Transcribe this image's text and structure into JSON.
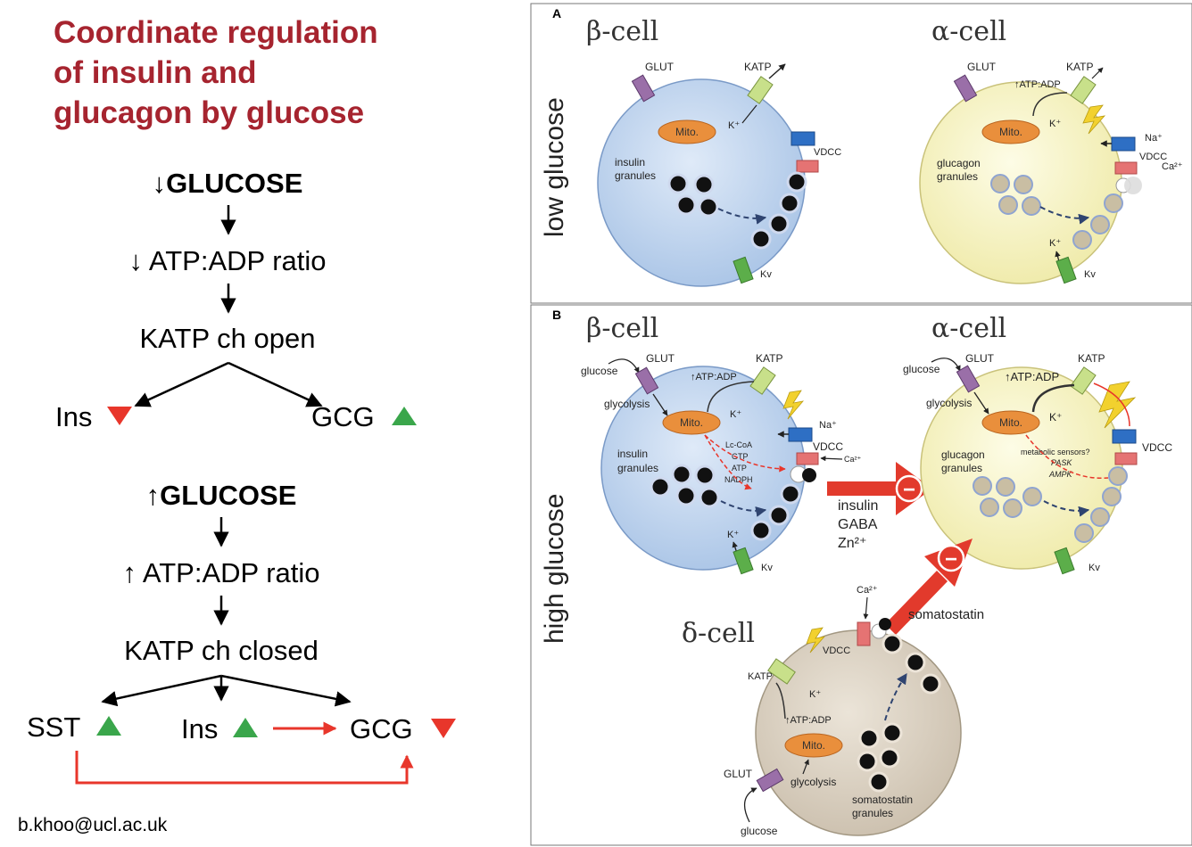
{
  "left": {
    "title_lines": [
      "Coordinate regulation",
      "of insulin and",
      "glucagon by glucose"
    ],
    "low": {
      "glucose": "↓GLUCOSE",
      "ratio": "↓ ATP:ADP ratio",
      "katp": "KATP ch open",
      "ins": "Ins",
      "gcg": "GCG"
    },
    "high": {
      "glucose": "↑GLUCOSE",
      "ratio": "↑ ATP:ADP ratio",
      "katp": "KATP ch closed",
      "sst": "SST",
      "ins": "Ins",
      "gcg": "GCG"
    },
    "email": "b.khoo@ucl.ac.uk"
  },
  "panelA": {
    "letter": "A",
    "side_label": "low glucose",
    "beta": {
      "title": "β-cell",
      "glut": "GLUT",
      "katp": "KATP",
      "k": "K⁺",
      "mito": "Mito.",
      "vdcc": "VDCC",
      "granules": [
        "insulin",
        "granules"
      ],
      "kv": "Kv"
    },
    "alpha": {
      "title": "α-cell",
      "glut": "GLUT",
      "katp": "KATP",
      "atp": "↑ATP:ADP",
      "k": "K⁺",
      "mito": "Mito.",
      "na": "Na⁺",
      "vdcc": "VDCC",
      "ca": "Ca²⁺",
      "granules": [
        "glucagon",
        "granules"
      ],
      "kout": "K⁺",
      "kv": "Kv"
    }
  },
  "panelB": {
    "letter": "B",
    "side_label": "high glucose",
    "beta": {
      "title": "β-cell",
      "glucose": "glucose",
      "glut": "GLUT",
      "katp": "KATP",
      "atp": "↑ATP:ADP",
      "glycolysis": "glycolysis",
      "mito": "Mito.",
      "k": "K⁺",
      "na": "Na⁺",
      "vdcc": "VDCC",
      "ca": "Ca²⁺",
      "granules": [
        "insulin",
        "granules"
      ],
      "signals": [
        "Lc-CoA",
        "GTP",
        "ATP",
        "NADPH"
      ],
      "kout": "K⁺",
      "kv": "Kv"
    },
    "secretion": [
      "insulin",
      "GABA",
      "Zn²⁺"
    ],
    "alpha": {
      "title": "α-cell",
      "glucose": "glucose",
      "glut": "GLUT",
      "katp": "KATP",
      "atp": "↑ATP:ADP",
      "glycolysis": "glycolysis",
      "mito": "Mito.",
      "k": "K⁺",
      "vdcc": "VDCC",
      "granules": [
        "glucagon",
        "granules"
      ],
      "sensors": [
        "metabolic sensors?",
        "PASK",
        "AMPK"
      ],
      "kv": "Kv"
    },
    "delta": {
      "title": "δ-cell",
      "ca": "Ca²⁺",
      "vdcc": "VDCC",
      "katp": "KATP",
      "k": "K⁺",
      "atp": "↑ATP:ADP",
      "mito": "Mito.",
      "glut": "GLUT",
      "glycolysis": "glycolysis",
      "granules": [
        "somatostatin",
        "granules"
      ],
      "glucose": "glucose"
    },
    "somatostatin": "somatostatin",
    "inhibit_symbol": "−"
  },
  "colors": {
    "title_red": "#a6242f",
    "arrow_red": "#e8362b",
    "triangle_up": "#3aa64b",
    "triangle_down": "#e8362b",
    "beta_cell": "#c8daf0",
    "alpha_cell": "#f8f6cf",
    "delta_cell": "#ddd3c3",
    "mito": "#e98f3c"
  }
}
